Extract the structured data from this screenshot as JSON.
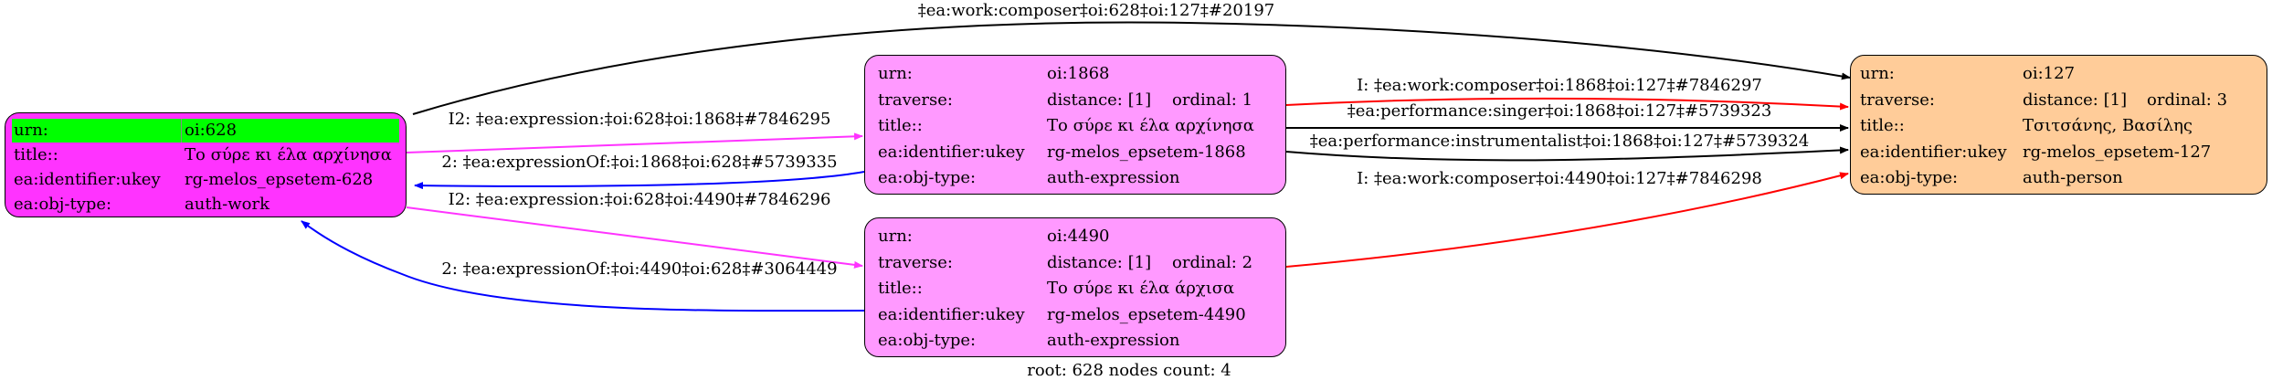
{
  "colors": {
    "work": "#ff33ff",
    "expression": "#ff99ff",
    "person": "#ffcc99",
    "highlight": "#00ff00",
    "expression_edge": "#ff33ff",
    "expressionOf_edge": "#0000ff",
    "composer_edge": "#ff0000",
    "other_edge": "#000000"
  },
  "nodes": {
    "n628": {
      "rows": [
        [
          "urn:",
          "oi:628"
        ],
        [
          "title::",
          "Το σύρε κι έλα αρχίνησα"
        ],
        [
          "ea:identifier:ukey",
          "rg-melos_epsetem-628"
        ],
        [
          "ea:obj-type:",
          "auth-work"
        ]
      ]
    },
    "n1868": {
      "urn": [
        "urn:",
        "oi:1868"
      ],
      "traverse": [
        "traverse:",
        "distance: [1]",
        "ordinal: 1"
      ],
      "rows": [
        [
          "title::",
          "Το σύρε κι έλα αρχίνησα"
        ],
        [
          "ea:identifier:ukey",
          "rg-melos_epsetem-1868"
        ],
        [
          "ea:obj-type:",
          "auth-expression"
        ]
      ]
    },
    "n4490": {
      "urn": [
        "urn:",
        "oi:4490"
      ],
      "traverse": [
        "traverse:",
        "distance: [1]",
        "ordinal: 2"
      ],
      "rows": [
        [
          "title::",
          "Το σύρε κι έλα άρχισα"
        ],
        [
          "ea:identifier:ukey",
          "rg-melos_epsetem-4490"
        ],
        [
          "ea:obj-type:",
          "auth-expression"
        ]
      ]
    },
    "n127": {
      "urn": [
        "urn:",
        "oi:127"
      ],
      "traverse": [
        "traverse:",
        "distance: [1]",
        "ordinal: 3"
      ],
      "rows": [
        [
          "title::",
          "Τσιτσάνης, Βασίλης"
        ],
        [
          "ea:identifier:ukey",
          "rg-melos_epsetem-127"
        ],
        [
          "ea:obj-type:",
          "auth-person"
        ]
      ]
    }
  },
  "edges": [
    "‡ea:work:composer‡oi:628‡oi:127‡#20197",
    "I2: ‡ea:expression:‡oi:628‡oi:1868‡#7846295",
    "2: ‡ea:expressionOf:‡oi:1868‡oi:628‡#5739335",
    "I2: ‡ea:expression:‡oi:628‡oi:4490‡#7846296",
    "2: ‡ea:expressionOf:‡oi:4490‡oi:628‡#3064449",
    "I: ‡ea:work:composer‡oi:1868‡oi:127‡#7846297",
    "‡ea:performance:singer‡oi:1868‡oi:127‡#5739323",
    "‡ea:performance:instrumentalist‡oi:1868‡oi:127‡#5739324",
    "I: ‡ea:work:composer‡oi:4490‡oi:127‡#7846298"
  ],
  "footer": "root: 628 nodes count: 4"
}
